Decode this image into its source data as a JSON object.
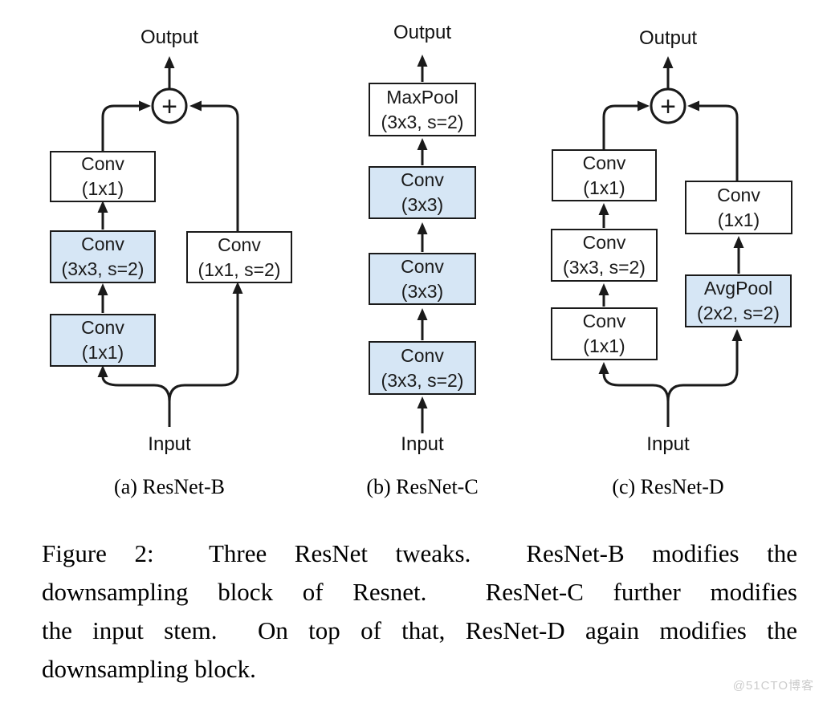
{
  "panels": [
    {
      "name": "ResNet-B",
      "caption": "(a) ResNet-B",
      "output_label": "Output",
      "input_label": "Input",
      "plus_label": "+",
      "boxes": [
        {
          "line1": "Conv",
          "line2": "(1x1)",
          "fill": "white"
        },
        {
          "line1": "Conv",
          "line2": "(3x3, s=2)",
          "fill": "blue"
        },
        {
          "line1": "Conv",
          "line2": "(1x1)",
          "fill": "blue"
        },
        {
          "line1": "Conv",
          "line2": "(1x1, s=2)",
          "fill": "white"
        }
      ]
    },
    {
      "name": "ResNet-C",
      "caption": "(b) ResNet-C",
      "output_label": "Output",
      "input_label": "Input",
      "boxes": [
        {
          "line1": "MaxPool",
          "line2": "(3x3, s=2)",
          "fill": "white"
        },
        {
          "line1": "Conv",
          "line2": "(3x3)",
          "fill": "blue"
        },
        {
          "line1": "Conv",
          "line2": "(3x3)",
          "fill": "blue"
        },
        {
          "line1": "Conv",
          "line2": "(3x3, s=2)",
          "fill": "blue"
        }
      ]
    },
    {
      "name": "ResNet-D",
      "caption": "(c) ResNet-D",
      "output_label": "Output",
      "input_label": "Input",
      "plus_label": "+",
      "boxes": [
        {
          "line1": "Conv",
          "line2": "(1x1)",
          "fill": "white"
        },
        {
          "line1": "Conv",
          "line2": "(3x3, s=2)",
          "fill": "white"
        },
        {
          "line1": "Conv",
          "line2": "(1x1)",
          "fill": "white"
        },
        {
          "line1": "Conv",
          "line2": "(1x1)",
          "fill": "white"
        },
        {
          "line1": "AvgPool",
          "line2": "(2x2, s=2)",
          "fill": "blue"
        }
      ]
    }
  ],
  "figure_caption": {
    "lines": [
      "Figure 2:  Three ResNet tweaks.  ResNet-B modifies the",
      "downsampling block of Resnet.  ResNet-C further modifies",
      "the input stem.  On top of that, ResNet-D again modifies the",
      "downsampling block."
    ]
  },
  "watermark": "@51CTO博客",
  "colors": {
    "box_fill_blue": "#d6e6f5",
    "box_fill_white": "#ffffff",
    "line_color": "#1a1a1a"
  }
}
